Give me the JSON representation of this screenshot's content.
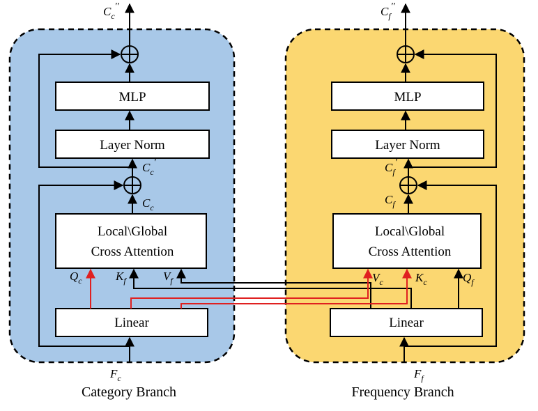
{
  "left_branch": {
    "caption": "Category Branch",
    "color": "#a8c8e8",
    "mlp_label": "MLP",
    "norm_label": "Layer Norm",
    "attention_line1": "Local\\Global",
    "attention_line2": "Cross Attention",
    "linear_label": "Linear",
    "input_symbol": "F_c",
    "output_symbol": "C''_c",
    "mid_symbol": "C'_c",
    "attn_out_symbol": "C_c",
    "q_symbol": "Q_c",
    "k_symbol": "K_f",
    "v_symbol": "V_f"
  },
  "right_branch": {
    "caption": "Frequency Branch",
    "color": "#fbd771",
    "mlp_label": "MLP",
    "norm_label": "Layer Norm",
    "attention_line1": "Local\\Global",
    "attention_line2": "Cross Attention",
    "linear_label": "Linear",
    "input_symbol": "F_f",
    "output_symbol": "C''_f",
    "mid_symbol": "C'_f",
    "attn_out_symbol": "C_f",
    "q_symbol": "Q_f",
    "k_symbol": "K_c",
    "v_symbol": "V_c"
  },
  "colors": {
    "cross_line_black": "#000000",
    "cross_line_red": "#e02020"
  }
}
